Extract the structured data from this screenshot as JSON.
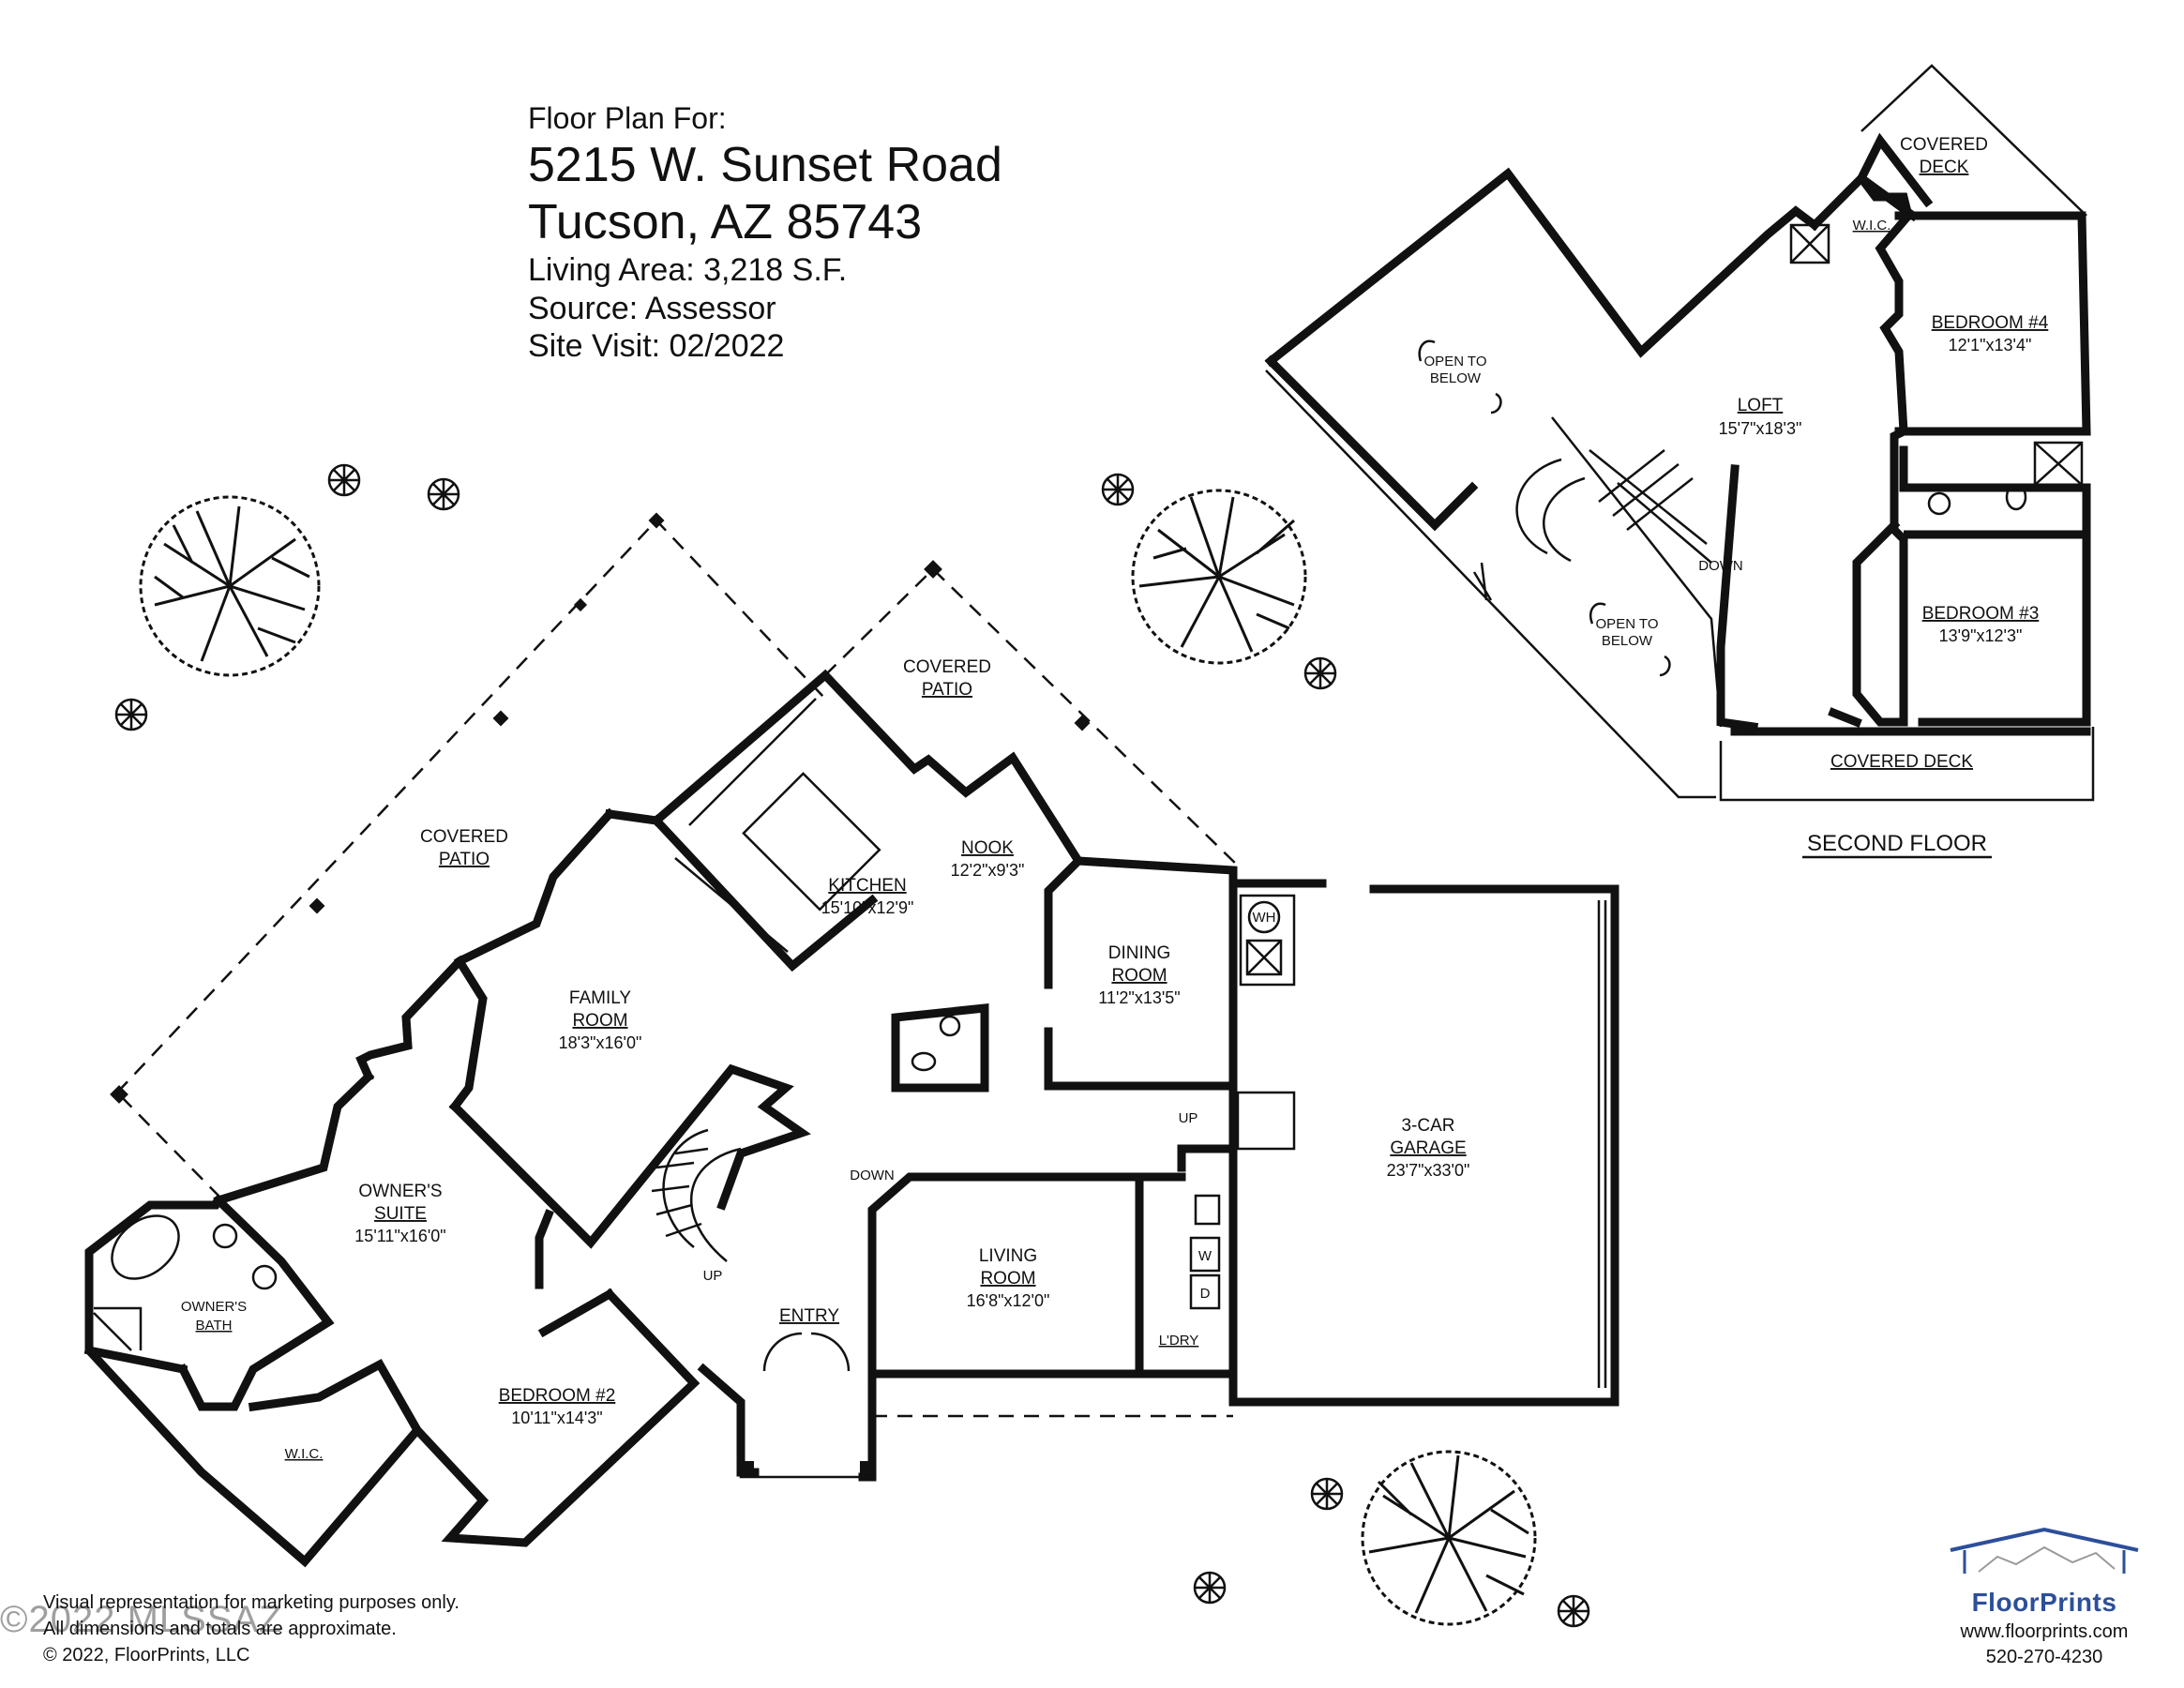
{
  "header": {
    "intro": "Floor Plan For:",
    "address_line1": "5215 W. Sunset Road",
    "address_line2": "Tucson, AZ  85743",
    "living_area": "Living Area:  3,218 S.F.",
    "source": "Source:  Assessor",
    "site_visit": "Site Visit:  02/2022"
  },
  "first_floor": {
    "covered_patio_left": {
      "line1": "COVERED",
      "line2": "PATIO"
    },
    "covered_patio_right": {
      "line1": "COVERED",
      "line2": "PATIO"
    },
    "kitchen": {
      "name": "KITCHEN",
      "dim": "15'10\"x12'9\""
    },
    "nook": {
      "name": "NOOK",
      "dim": "12'2\"x9'3\""
    },
    "dining": {
      "line1": "DINING",
      "line2": "ROOM",
      "dim": "11'2\"x13'5\""
    },
    "family": {
      "line1": "FAMILY",
      "line2": "ROOM",
      "dim": "18'3\"x16'0\""
    },
    "owners_suite": {
      "line1": "OWNER'S",
      "line2": "SUITE",
      "dim": "15'11\"x16'0\""
    },
    "owners_bath": {
      "line1": "OWNER'S",
      "line2": "BATH"
    },
    "wic": "W.I.C.",
    "bedroom2": {
      "name": "BEDROOM #2",
      "dim": "10'11\"x14'3\""
    },
    "entry": "ENTRY",
    "living": {
      "line1": "LIVING",
      "line2": "ROOM",
      "dim": "16'8\"x12'0\""
    },
    "laundry": "L'DRY",
    "garage": {
      "line1": "3-CAR",
      "line2": "GARAGE",
      "dim": "23'7\"x33'0\""
    },
    "stair_up": "UP",
    "stair_down": "DOWN",
    "garage_up": "UP",
    "water_heater": "WH",
    "washer": "W",
    "dryer": "D"
  },
  "second_floor": {
    "title": "SECOND FLOOR",
    "open_to_below_1": {
      "line1": "OPEN TO",
      "line2": "BELOW"
    },
    "open_to_below_2": {
      "line1": "OPEN TO",
      "line2": "BELOW"
    },
    "loft": {
      "name": "LOFT",
      "dim": "15'7\"x18'3\""
    },
    "covered_deck_top": {
      "line1": "COVERED",
      "line2": "DECK"
    },
    "wic": "W.I.C.",
    "bedroom4": {
      "name": "BEDROOM #4",
      "dim": "12'1\"x13'4\""
    },
    "bedroom3": {
      "name": "BEDROOM #3",
      "dim": "13'9\"x12'3\""
    },
    "covered_deck_bottom": "COVERED DECK",
    "stair_down": "DOWN"
  },
  "footer": {
    "disclaimer_line1": "Visual representation for marketing purposes only.",
    "disclaimer_line2": "All dimensions and totals are approximate.",
    "copyright": "© 2022, FloorPrints, LLC",
    "watermark": "©2022 MLSSAZ",
    "brand_name": "FloorPrints",
    "brand_url": "www.floorprints.com",
    "brand_phone": "520-270-4230"
  },
  "colors": {
    "ink": "#111111",
    "brand": "#2c4f9a"
  }
}
